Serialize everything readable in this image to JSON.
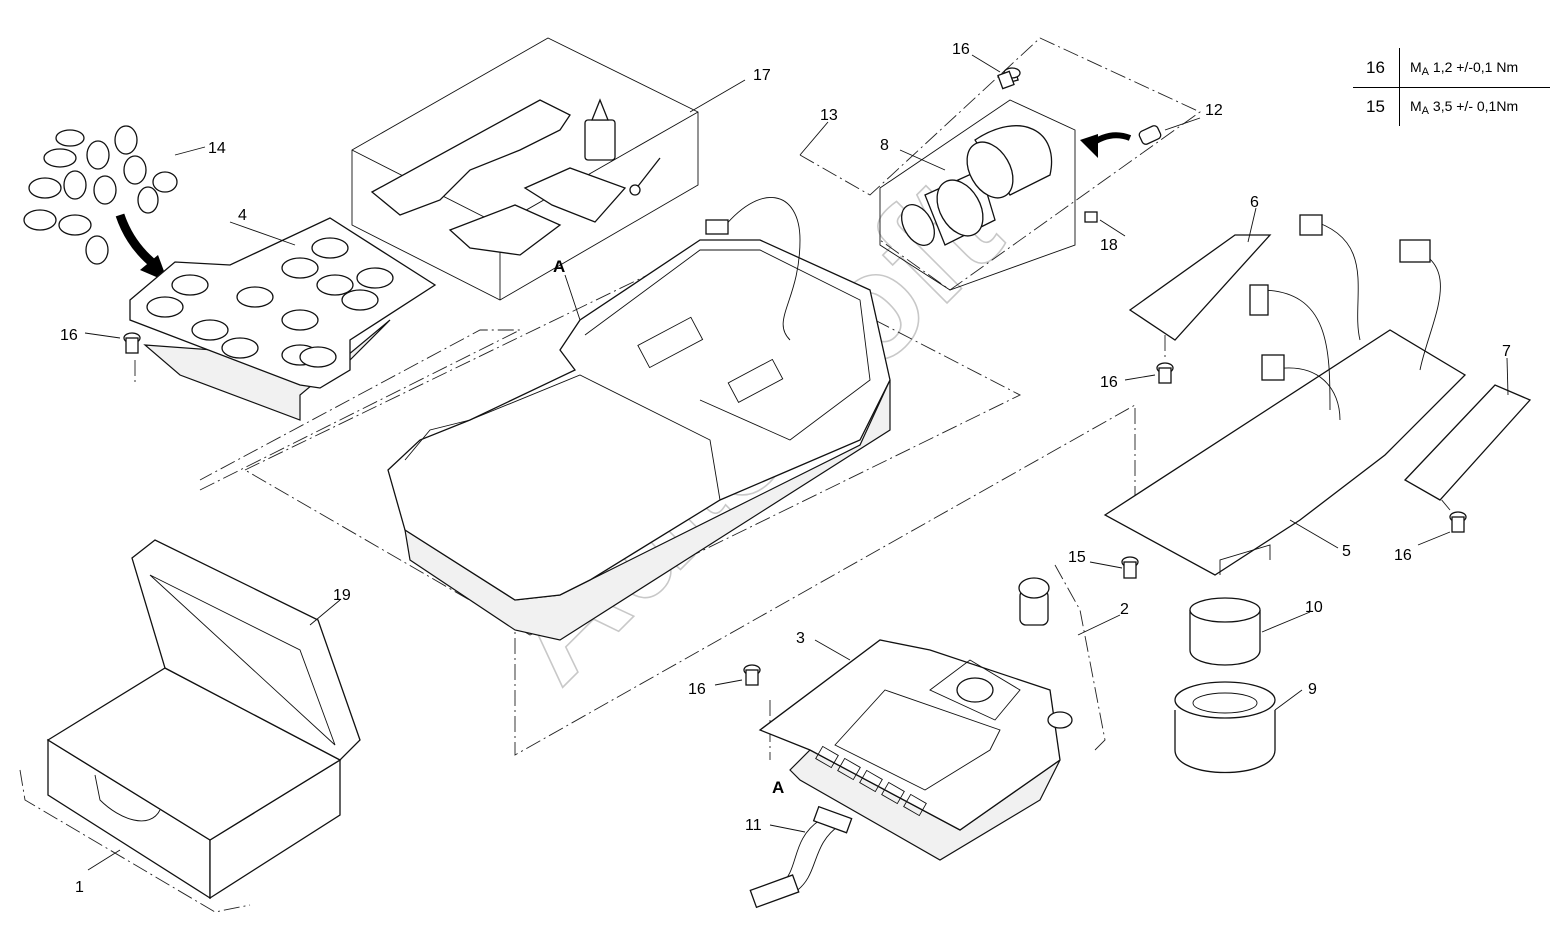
{
  "callouts": [
    {
      "id": "c1",
      "label": "1"
    },
    {
      "id": "c2",
      "label": "2"
    },
    {
      "id": "c3",
      "label": "3"
    },
    {
      "id": "c4",
      "label": "4"
    },
    {
      "id": "c5",
      "label": "5"
    },
    {
      "id": "c6",
      "label": "6"
    },
    {
      "id": "c7",
      "label": "7"
    },
    {
      "id": "c8",
      "label": "8"
    },
    {
      "id": "c9",
      "label": "9"
    },
    {
      "id": "c10",
      "label": "10"
    },
    {
      "id": "c11",
      "label": "11"
    },
    {
      "id": "c12",
      "label": "12"
    },
    {
      "id": "c13",
      "label": "13"
    },
    {
      "id": "c14",
      "label": "14"
    },
    {
      "id": "c15",
      "label": "15"
    },
    {
      "id": "c16a",
      "label": "16"
    },
    {
      "id": "c16b",
      "label": "16"
    },
    {
      "id": "c16c",
      "label": "16"
    },
    {
      "id": "c16d",
      "label": "16"
    },
    {
      "id": "c16e",
      "label": "16"
    },
    {
      "id": "c17",
      "label": "17"
    },
    {
      "id": "c18",
      "label": "18"
    },
    {
      "id": "c19",
      "label": "19"
    }
  ],
  "markers": {
    "a1": "A",
    "a2": "A"
  },
  "torque_table": {
    "rows": [
      {
        "item": "16",
        "prefix": "M",
        "sub": "A",
        "value": " 1,2 +/-0,1 Nm"
      },
      {
        "item": "15",
        "prefix": "M",
        "sub": "A",
        "value": " 3,5 +/- 0,1Nm"
      }
    ]
  },
  "watermark": "AutoSoft"
}
